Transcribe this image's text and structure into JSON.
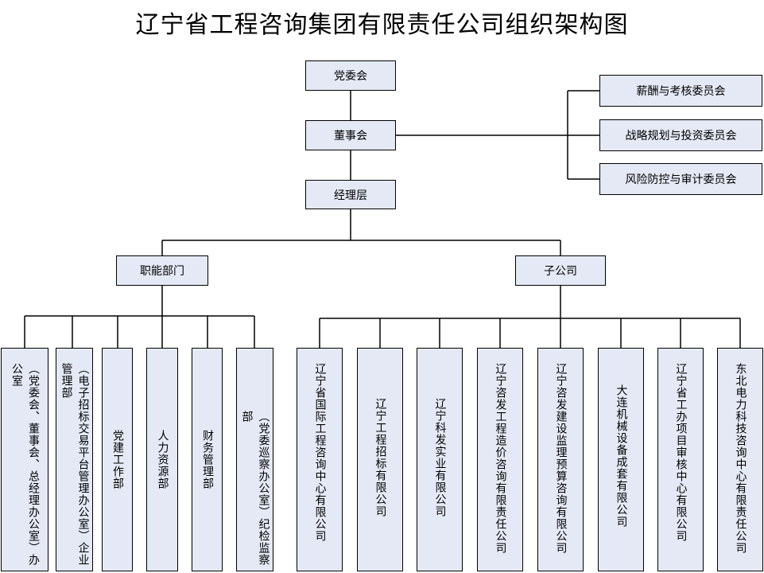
{
  "title": "辽宁省工程咨询集团有限责任公司组织架构图",
  "top": {
    "party": "党委会",
    "board": "董事会",
    "management": "经理层"
  },
  "committees": [
    "薪酬与考核委员会",
    "战略规划与投资委员会",
    "风险防控与审计委员会"
  ],
  "groups": {
    "functional": "职能部门",
    "subsidiary": "子公司"
  },
  "departments": [
    "（党委会、董事会、总经理办公室）办公室",
    "（电子招标交易平台管理办公室）企业管理部",
    "党建工作部",
    "人力资源部",
    "财务管理部",
    "（党委巡察办公室）纪检监察部"
  ],
  "subsidiaries": [
    "辽宁省国际工程咨询中心有限公司",
    "辽宁工程招标有限公司",
    "辽宁科发实业有限公司",
    "辽宁咨发工程造价咨询有限责任公司",
    "辽宁咨发建设监理预算咨询有限公司",
    "大连机械设备成套有限公司",
    "辽宁省工办项目审核中心有限公司",
    "东北电力科技咨询中心有限责任公司"
  ]
}
